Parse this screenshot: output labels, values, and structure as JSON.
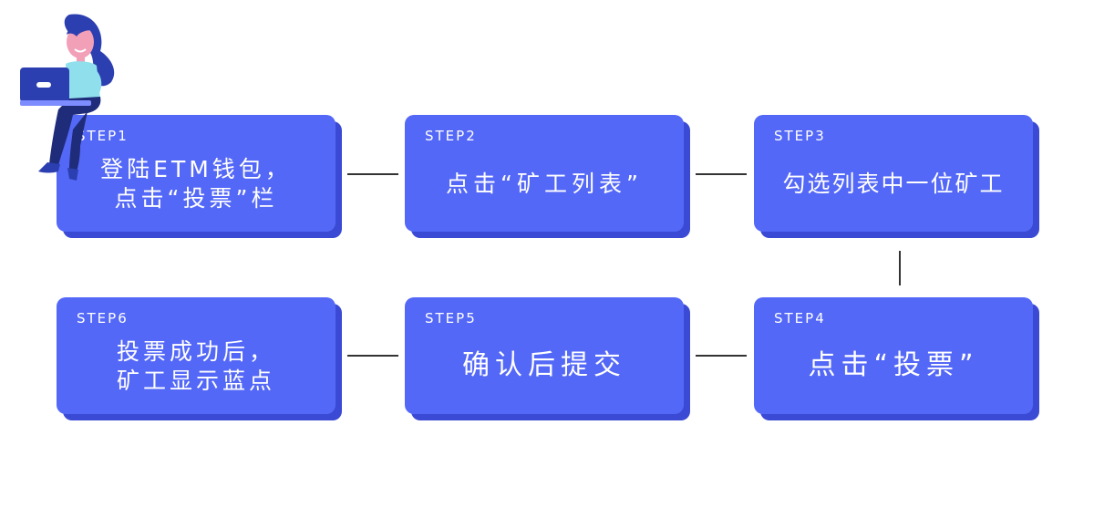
{
  "steps": [
    {
      "label": "STEP1",
      "lines": [
        "登陆ETM钱包，",
        "点击“投票”栏"
      ]
    },
    {
      "label": "STEP2",
      "lines": [
        "点击“矿工列表”"
      ]
    },
    {
      "label": "STEP3",
      "lines": [
        "勾选列表中一位矿工"
      ]
    },
    {
      "label": "STEP4",
      "lines": [
        "点击“投票”"
      ]
    },
    {
      "label": "STEP5",
      "lines": [
        "确认后提交"
      ]
    },
    {
      "label": "STEP6",
      "lines": [
        "投票成功后，",
        "矿工显示蓝点"
      ]
    }
  ],
  "colors": {
    "card": "#5468f7",
    "card_shadow": "#3a4ad4",
    "connector": "#333333",
    "text": "#ffffff"
  },
  "icons": [
    "woman-with-laptop-illustration"
  ]
}
